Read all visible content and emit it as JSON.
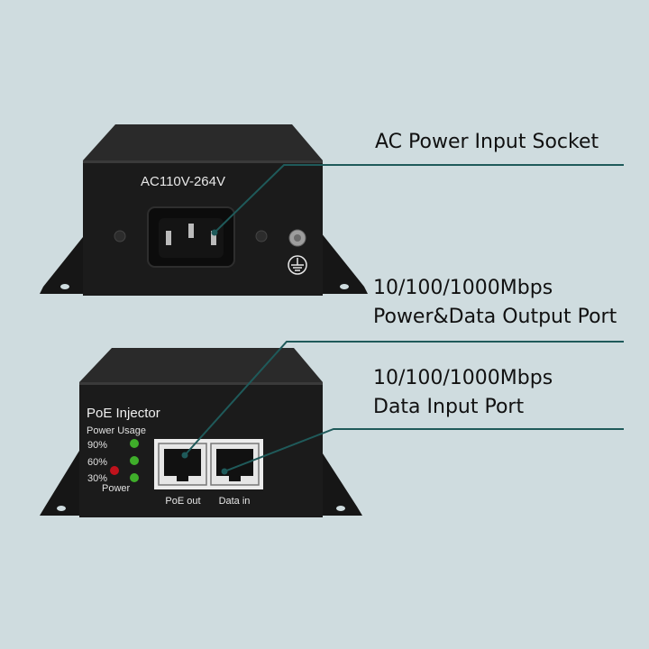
{
  "colors": {
    "background": "#cfdcdf",
    "device_body": "#1b1b1b",
    "callout_line": "#1f5a5a",
    "led_green": "#3fae2a",
    "led_red": "#c0121c",
    "port_panel": "#ececec"
  },
  "callouts": {
    "ac_power": "AC Power Input Socket",
    "poe_output_line1": "10/100/1000Mbps",
    "poe_output_line2": "Power&Data Output Port",
    "data_input_line1": "10/100/1000Mbps",
    "data_input_line2": "Data Input Port"
  },
  "back_panel": {
    "voltage_label": "AC110V-264V"
  },
  "front_panel": {
    "title": "PoE Injector",
    "usage_label": "Power Usage",
    "led_labels": [
      "90%",
      "60%",
      "30%"
    ],
    "power_label": "Power",
    "port_poe_out": "PoE out",
    "port_data_in": "Data in"
  }
}
